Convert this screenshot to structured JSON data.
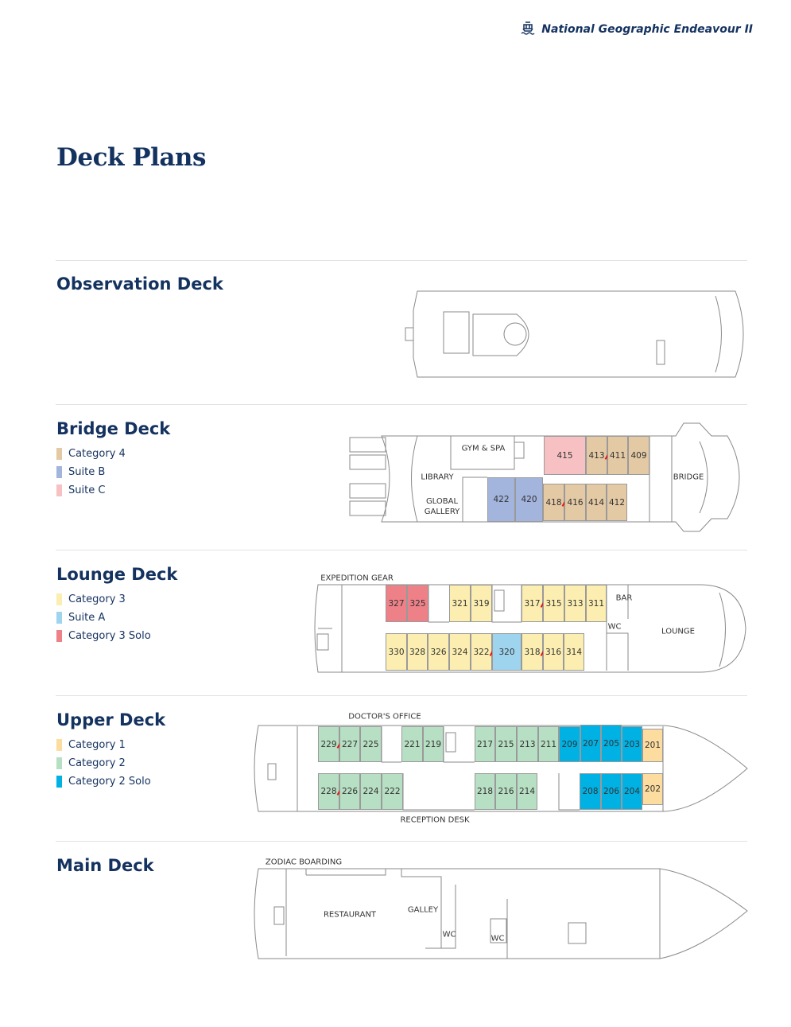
{
  "header": {
    "brand": "National Geographic Endeavour II",
    "icon": "ship-icon"
  },
  "title": "Deck Plans",
  "colors": {
    "text": "#14325f",
    "category_4": "#e3c9a4",
    "suite_b": "#a3b4dd",
    "suite_c": "#f7c1c4",
    "category_3": "#fbeeb0",
    "suite_a": "#9fd4ef",
    "category_3_solo": "#ee8088",
    "category_1": "#fcdc9f",
    "category_2": "#b7dfc3",
    "category_2_solo": "#00b1e4"
  },
  "decks": [
    {
      "name": "Observation Deck",
      "legend": [],
      "labels": [],
      "rows": []
    },
    {
      "name": "Bridge Deck",
      "legend": [
        {
          "label": "Category 4",
          "color": "#e3c9a4"
        },
        {
          "label": "Suite B",
          "color": "#a3b4dd"
        },
        {
          "label": "Suite C",
          "color": "#f7c1c4"
        }
      ],
      "labels": [
        "GYM & SPA",
        "LIBRARY",
        "GLOBAL\nGALLERY",
        "BRIDGE"
      ],
      "cabins": [
        {
          "no": "415",
          "color": "#f7c1c4"
        },
        {
          "no": "413",
          "color": "#e3c9a4",
          "connect": true
        },
        {
          "no": "411",
          "color": "#e3c9a4"
        },
        {
          "no": "409",
          "color": "#e3c9a4"
        },
        {
          "no": "422",
          "color": "#a3b4dd"
        },
        {
          "no": "420",
          "color": "#a3b4dd"
        },
        {
          "no": "418",
          "color": "#e3c9a4",
          "connect": true
        },
        {
          "no": "416",
          "color": "#e3c9a4"
        },
        {
          "no": "414",
          "color": "#e3c9a4"
        },
        {
          "no": "412",
          "color": "#e3c9a4"
        }
      ]
    },
    {
      "name": "Lounge Deck",
      "legend": [
        {
          "label": "Category 3",
          "color": "#fbeeb0"
        },
        {
          "label": "Suite A",
          "color": "#9fd4ef"
        },
        {
          "label": "Category 3 Solo",
          "color": "#ee8088"
        }
      ],
      "labels": [
        "EXPEDITION GEAR",
        "BAR",
        "WC",
        "LOUNGE"
      ],
      "cabins": [
        {
          "no": "327",
          "color": "#ee8088"
        },
        {
          "no": "325",
          "color": "#ee8088"
        },
        {
          "no": "321",
          "color": "#fbeeb0"
        },
        {
          "no": "319",
          "color": "#fbeeb0"
        },
        {
          "no": "317",
          "color": "#fbeeb0",
          "connect": true
        },
        {
          "no": "315",
          "color": "#fbeeb0"
        },
        {
          "no": "313",
          "color": "#fbeeb0"
        },
        {
          "no": "311",
          "color": "#fbeeb0"
        },
        {
          "no": "330",
          "color": "#fbeeb0"
        },
        {
          "no": "328",
          "color": "#fbeeb0"
        },
        {
          "no": "326",
          "color": "#fbeeb0"
        },
        {
          "no": "324",
          "color": "#fbeeb0"
        },
        {
          "no": "322",
          "color": "#fbeeb0",
          "connect": true
        },
        {
          "no": "320",
          "color": "#9fd4ef"
        },
        {
          "no": "318",
          "color": "#fbeeb0",
          "connect": true
        },
        {
          "no": "316",
          "color": "#fbeeb0"
        },
        {
          "no": "314",
          "color": "#fbeeb0"
        }
      ]
    },
    {
      "name": "Upper Deck",
      "legend": [
        {
          "label": "Category 1",
          "color": "#fcdc9f"
        },
        {
          "label": "Category 2",
          "color": "#b7dfc3"
        },
        {
          "label": "Category 2 Solo",
          "color": "#00b1e4"
        }
      ],
      "labels": [
        "DOCTOR'S OFFICE",
        "RECEPTION DESK"
      ],
      "cabins": [
        {
          "no": "229",
          "color": "#b7dfc3",
          "connect": true
        },
        {
          "no": "227",
          "color": "#b7dfc3"
        },
        {
          "no": "225",
          "color": "#b7dfc3"
        },
        {
          "no": "221",
          "color": "#b7dfc3"
        },
        {
          "no": "219",
          "color": "#b7dfc3"
        },
        {
          "no": "217",
          "color": "#b7dfc3"
        },
        {
          "no": "215",
          "color": "#b7dfc3"
        },
        {
          "no": "213",
          "color": "#b7dfc3"
        },
        {
          "no": "211",
          "color": "#b7dfc3"
        },
        {
          "no": "209",
          "color": "#00b1e4"
        },
        {
          "no": "207",
          "color": "#00b1e4"
        },
        {
          "no": "205",
          "color": "#00b1e4"
        },
        {
          "no": "203",
          "color": "#00b1e4"
        },
        {
          "no": "201",
          "color": "#fcdc9f"
        },
        {
          "no": "228",
          "color": "#b7dfc3",
          "connect": true
        },
        {
          "no": "226",
          "color": "#b7dfc3"
        },
        {
          "no": "224",
          "color": "#b7dfc3"
        },
        {
          "no": "222",
          "color": "#b7dfc3"
        },
        {
          "no": "218",
          "color": "#b7dfc3"
        },
        {
          "no": "216",
          "color": "#b7dfc3"
        },
        {
          "no": "214",
          "color": "#b7dfc3"
        },
        {
          "no": "208",
          "color": "#00b1e4"
        },
        {
          "no": "206",
          "color": "#00b1e4"
        },
        {
          "no": "204",
          "color": "#00b1e4"
        },
        {
          "no": "202",
          "color": "#fcdc9f"
        }
      ]
    },
    {
      "name": "Main Deck",
      "legend": [],
      "labels": [
        "ZODIAC BOARDING",
        "RESTAURANT",
        "GALLEY",
        "WC",
        "WC"
      ],
      "cabins": []
    }
  ]
}
